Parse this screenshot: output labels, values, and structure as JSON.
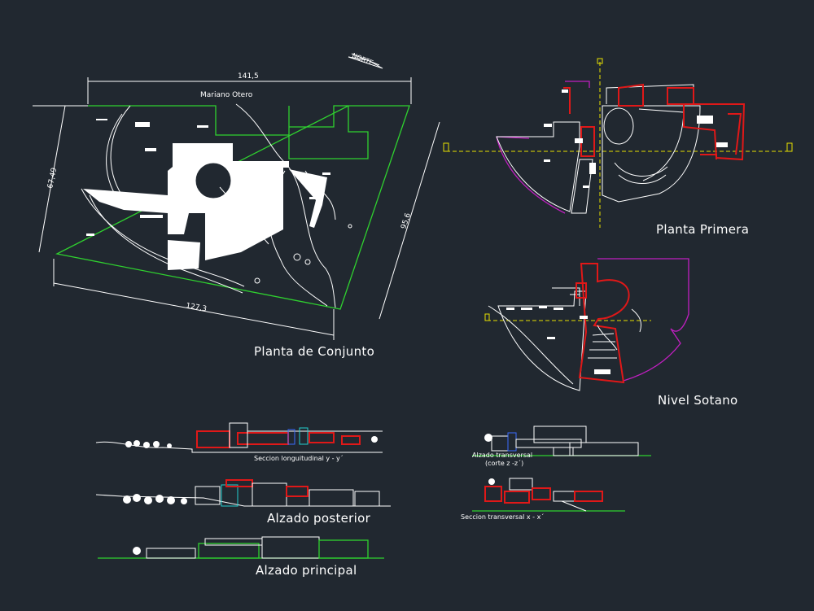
{
  "drawing": {
    "site_plan": {
      "title": "Planta de Conjunto",
      "street": "Mariano Otero",
      "north": "NORTE",
      "dim_top": "141,5",
      "dim_left": "67,49",
      "dim_right": "95,6",
      "dim_bottom": "127,3"
    },
    "first_floor": {
      "title": "Planta Primera"
    },
    "basement": {
      "title": "Nivel Sotano"
    },
    "elevations": {
      "long_section": "Seccion longuitudinal y - y´",
      "rear": "Alzado posterior",
      "main": "Alzado principal",
      "transverse_elev_line1": "Alzado transversal",
      "transverse_elev_line2": "(corte z -z´)",
      "transverse_section": "Seccion transversal x - x´"
    },
    "colors": {
      "background": "#212830",
      "lines": "#ffffff",
      "property_line": "#2fd12f",
      "walls": "#e01818",
      "arc": "#c01fc0",
      "axis": "#e6e000"
    }
  }
}
